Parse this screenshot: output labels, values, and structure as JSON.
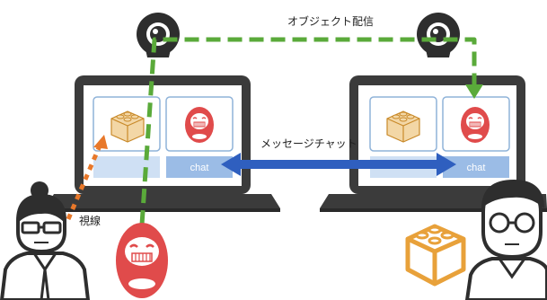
{
  "labels": {
    "object_delivery": "オブジェクト配信",
    "message_chat": "メッセージチャット",
    "gaze": "視線",
    "chat_left": "chat",
    "chat_right": "chat"
  },
  "colors": {
    "laptop_dark": "#3b3b3b",
    "laptop_screen": "#ffffff",
    "panel_border": "#8fb3d9",
    "chat_bar": "#9bbce6",
    "green_dashed": "#5aaa3a",
    "blue_arrow": "#2f5fbf",
    "orange_dotted": "#e8782a",
    "daruma_red": "#e04b4b",
    "lego_orange": "#e8a13a",
    "lego_tan": "#f3d7a6"
  },
  "icons": [
    "webcam-icon",
    "laptop-icon",
    "lego-block-icon",
    "daruma-icon",
    "woman-user-icon",
    "man-user-icon"
  ]
}
